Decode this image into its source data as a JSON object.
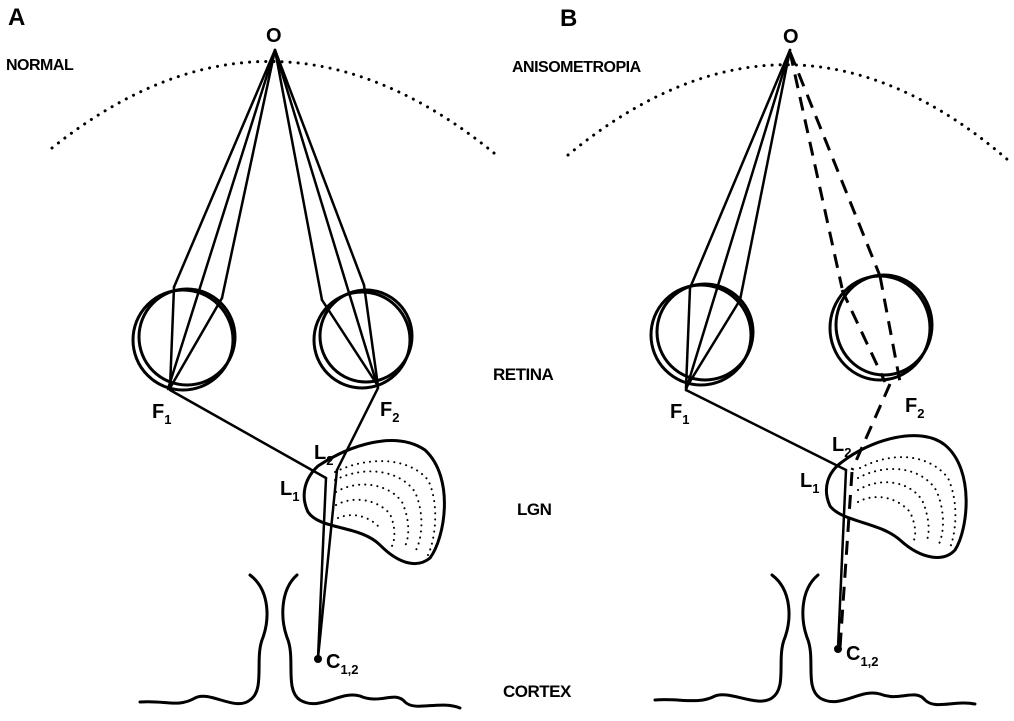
{
  "panels": {
    "a": {
      "letter": "A",
      "condition": "NORMAL",
      "object": "O",
      "fovea_left": "F",
      "fovea_left_sub": "1",
      "fovea_right": "F",
      "fovea_right_sub": "2",
      "lgn_left": "L",
      "lgn_left_sub": "1",
      "lgn_right": "L",
      "lgn_right_sub": "2",
      "cortex": "C",
      "cortex_sub": "1,2"
    },
    "b": {
      "letter": "B",
      "condition": "ANISOMETROPIA",
      "object": "O",
      "fovea_left": "F",
      "fovea_left_sub": "1",
      "fovea_right": "F",
      "fovea_right_sub": "2",
      "lgn_left": "L",
      "lgn_left_sub": "1",
      "lgn_right": "L",
      "lgn_right_sub": "2",
      "cortex": "C",
      "cortex_sub": "1,2"
    }
  },
  "layers": {
    "retina": "RETINA",
    "lgn": "LGN",
    "cortex": "CORTEX"
  }
}
